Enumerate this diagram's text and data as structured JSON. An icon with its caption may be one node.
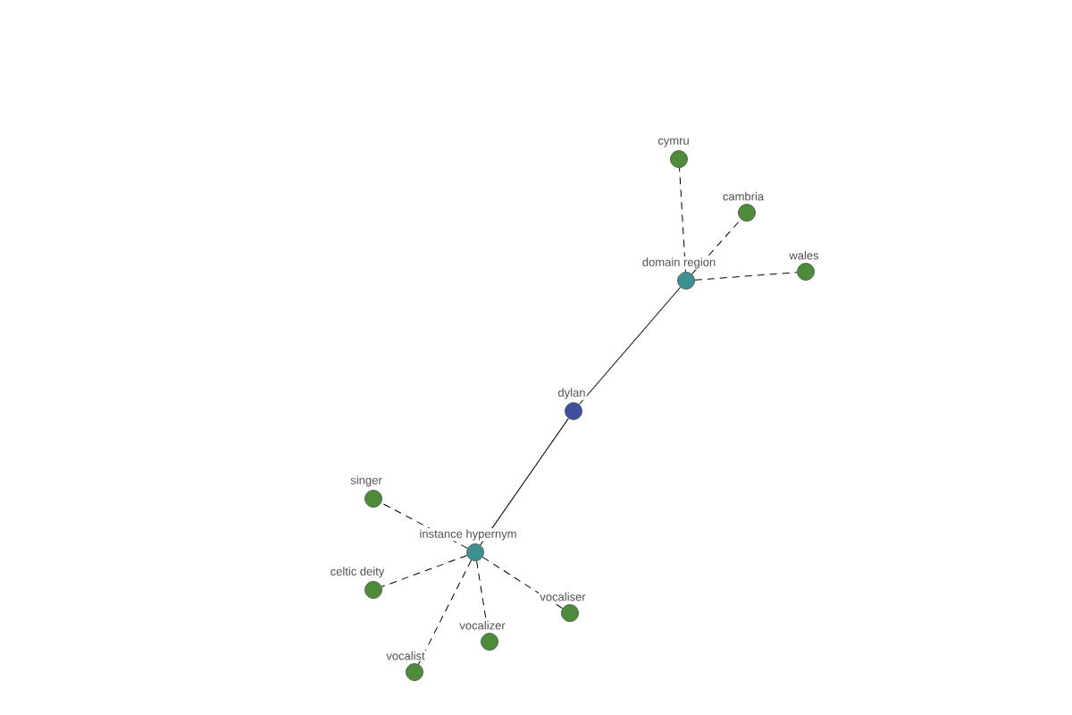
{
  "diagram": {
    "nodes": [
      {
        "text": [
          "cymru"
        ]
      },
      {
        "text": [
          "cambria"
        ]
      },
      {
        "text": [
          "domain region"
        ]
      },
      {
        "text": [
          "wales"
        ]
      },
      {
        "text": [
          "dylan"
        ]
      },
      {
        "text": [
          "singer"
        ]
      },
      {
        "text": [
          "instance hypernym"
        ]
      },
      {
        "text": [
          "celtic deity"
        ]
      },
      {
        "text": [
          "vocaliser"
        ]
      },
      {
        "text": [
          "vocalizer"
        ]
      },
      {
        "text": [
          "vocalist"
        ]
      }
    ],
    "edges": [
      {
        "from": 4,
        "to": 2,
        "arrow": "none"
      },
      {
        "from": 4,
        "to": 6,
        "arrow": "none"
      },
      {
        "from": 2,
        "to": 0,
        "arrow": "none",
        "style": "dashed"
      },
      {
        "from": 2,
        "to": 1,
        "arrow": "none",
        "style": "dashed"
      },
      {
        "from": 2,
        "to": 3,
        "arrow": "none",
        "style": "dashed"
      },
      {
        "from": 6,
        "to": 5,
        "arrow": "none",
        "style": "dashed"
      },
      {
        "from": 6,
        "to": 7,
        "arrow": "none",
        "style": "dashed"
      },
      {
        "from": 6,
        "to": 8,
        "arrow": "none",
        "style": "dashed"
      },
      {
        "from": 6,
        "to": 9,
        "arrow": "none",
        "style": "dashed"
      },
      {
        "from": 6,
        "to": 10,
        "arrow": "none",
        "style": "dashed"
      }
    ]
  }
}
